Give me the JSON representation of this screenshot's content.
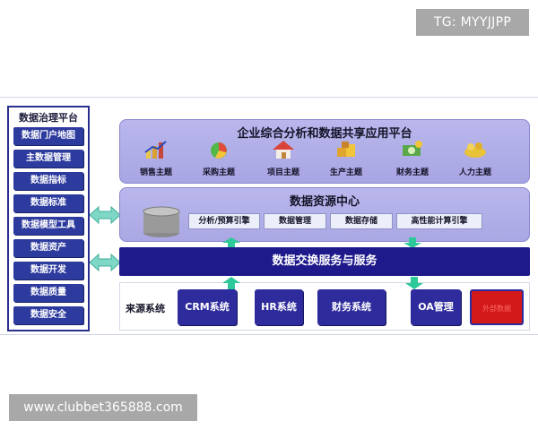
{
  "watermark_top": "TG: MYYJJPP",
  "watermark_bottom": "www.clubbet365888.com",
  "governance": {
    "title": "数据治理平台",
    "items": [
      "数据门户地图",
      "主数据管理",
      "数据指标",
      "数据标准",
      "数据模型工具",
      "数据资产",
      "数据开发",
      "数据质量",
      "数据安全"
    ]
  },
  "platform": {
    "title": "企业综合分析和数据共享应用平台",
    "topics": [
      {
        "label": "销售主题",
        "icon": "sales-chart-icon",
        "color": "#e7c84a"
      },
      {
        "label": "采购主题",
        "icon": "purchase-pie-icon",
        "color": "#52b84a"
      },
      {
        "label": "项目主题",
        "icon": "house-icon",
        "color": "#d9443a"
      },
      {
        "label": "生产主题",
        "icon": "production-boxes-icon",
        "color": "#e0a52c"
      },
      {
        "label": "财务主题",
        "icon": "finance-money-icon",
        "color": "#5aa84a"
      },
      {
        "label": "人力主题",
        "icon": "people-icon",
        "color": "#e8c33a"
      }
    ]
  },
  "resource_center": {
    "title": "数据资源中心",
    "engines": [
      "分析/预算引擎",
      "数据管理",
      "数据存储",
      "高性能计算引擎"
    ]
  },
  "exchange": {
    "title": "数据交换服务与服务"
  },
  "sources": {
    "label": "来源系统",
    "systems": [
      "CRM系统",
      "HR系统",
      "财务系统",
      "OA管理"
    ],
    "extra": "外部数据"
  },
  "colors": {
    "panel": "#aeabe6",
    "dark_blue": "#1f1a8c",
    "box_blue": "#2e2b9c",
    "arrow_green": "#2ec99a",
    "arrow_teal": "#7fd8c6"
  }
}
